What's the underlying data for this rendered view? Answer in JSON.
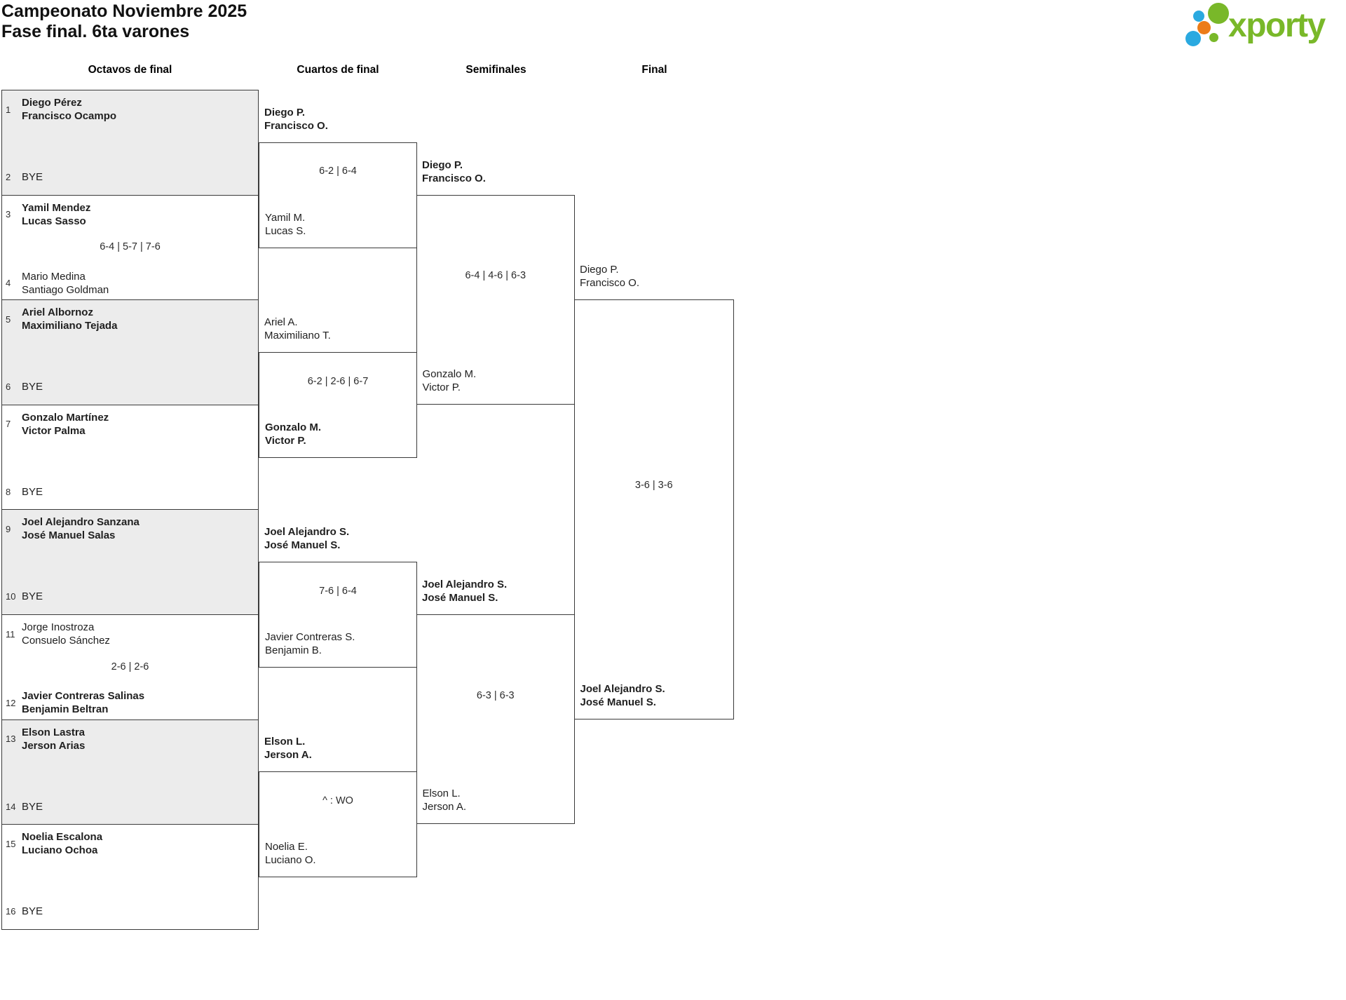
{
  "title": {
    "line1": "Campeonato Noviembre 2025",
    "line2": "Fase final. 6ta varones"
  },
  "logo": {
    "brand": "xporty",
    "green": "#79b829",
    "blue": "#2aa9e0",
    "orange": "#ec7c18"
  },
  "rounds": {
    "r16": "Octavos de final",
    "qf": "Cuartos de final",
    "sf": "Semifinales",
    "f": "Final"
  },
  "octavos": [
    {
      "seed1": "1",
      "t1l1": "Diego Pérez",
      "t1l2": "Francisco Ocampo",
      "t1w": true,
      "seed2": "2",
      "t2l1": "BYE",
      "t2w": false,
      "bye": true,
      "score": ""
    },
    {
      "seed1": "3",
      "t1l1": "Yamil Mendez",
      "t1l2": "Lucas Sasso",
      "t1w": true,
      "seed2": "4",
      "t2l1": "Mario Medina",
      "t2l2": "Santiago Goldman",
      "t2w": false,
      "bye": false,
      "score": "6-4 | 5-7 | 7-6"
    },
    {
      "seed1": "5",
      "t1l1": "Ariel Albornoz",
      "t1l2": "Maximiliano Tejada",
      "t1w": true,
      "seed2": "6",
      "t2l1": "BYE",
      "t2w": false,
      "bye": true,
      "score": ""
    },
    {
      "seed1": "7",
      "t1l1": "Gonzalo Martínez",
      "t1l2": "Victor Palma",
      "t1w": true,
      "seed2": "8",
      "t2l1": "BYE",
      "t2w": false,
      "bye": true,
      "score": ""
    },
    {
      "seed1": "9",
      "t1l1": "Joel Alejandro Sanzana",
      "t1l2": "José Manuel Salas",
      "t1w": true,
      "seed2": "10",
      "t2l1": "BYE",
      "t2w": false,
      "bye": true,
      "score": ""
    },
    {
      "seed1": "11",
      "t1l1": "Jorge Inostroza",
      "t1l2": "Consuelo Sánchez",
      "t1w": false,
      "seed2": "12",
      "t2l1": "Javier Contreras Salinas",
      "t2l2": "Benjamin Beltran",
      "t2w": true,
      "bye": false,
      "score": "2-6 | 2-6"
    },
    {
      "seed1": "13",
      "t1l1": "Elson Lastra",
      "t1l2": "Jerson Arias",
      "t1w": true,
      "seed2": "14",
      "t2l1": "BYE",
      "t2w": false,
      "bye": true,
      "score": ""
    },
    {
      "seed1": "15",
      "t1l1": "Noelia Escalona",
      "t1l2": "Luciano Ochoa",
      "t1w": true,
      "seed2": "16",
      "t2l1": "BYE",
      "t2w": false,
      "bye": true,
      "score": ""
    }
  ],
  "cuartos": [
    {
      "t1l1": "Diego P.",
      "t1l2": "Francisco O.",
      "t1w": true,
      "t2l1": "Yamil M.",
      "t2l2": "Lucas S.",
      "t2w": false,
      "score": "6-2 | 6-4"
    },
    {
      "t1l1": "Ariel A.",
      "t1l2": "Maximiliano T.",
      "t1w": false,
      "t2l1": "Gonzalo M.",
      "t2l2": "Victor P.",
      "t2w": true,
      "score": "6-2 | 2-6 | 6-7"
    },
    {
      "t1l1": "Joel Alejandro S.",
      "t1l2": "José Manuel S.",
      "t1w": true,
      "t2l1": "Javier Contreras S.",
      "t2l2": "Benjamin B.",
      "t2w": false,
      "score": "7-6 | 6-4"
    },
    {
      "t1l1": "Elson L.",
      "t1l2": "Jerson A.",
      "t1w": true,
      "t2l1": "Noelia E.",
      "t2l2": "Luciano O.",
      "t2w": false,
      "score": "^ : WO"
    }
  ],
  "semifinales": [
    {
      "t1l1": "Diego P.",
      "t1l2": "Francisco O.",
      "t1w": true,
      "t2l1": "Gonzalo M.",
      "t2l2": "Victor P.",
      "t2w": false,
      "score": "6-4 | 4-6 | 6-3"
    },
    {
      "t1l1": "Joel Alejandro S.",
      "t1l2": "José Manuel S.",
      "t1w": true,
      "t2l1": "Elson L.",
      "t2l2": "Jerson A.",
      "t2w": false,
      "score": "6-3 | 6-3"
    }
  ],
  "final": {
    "t1l1": "Diego P.",
    "t1l2": "Francisco O.",
    "t1w": false,
    "t2l1": "Joel Alejandro S.",
    "t2l2": "José Manuel S.",
    "t2w": true,
    "score": "3-6 | 3-6"
  }
}
